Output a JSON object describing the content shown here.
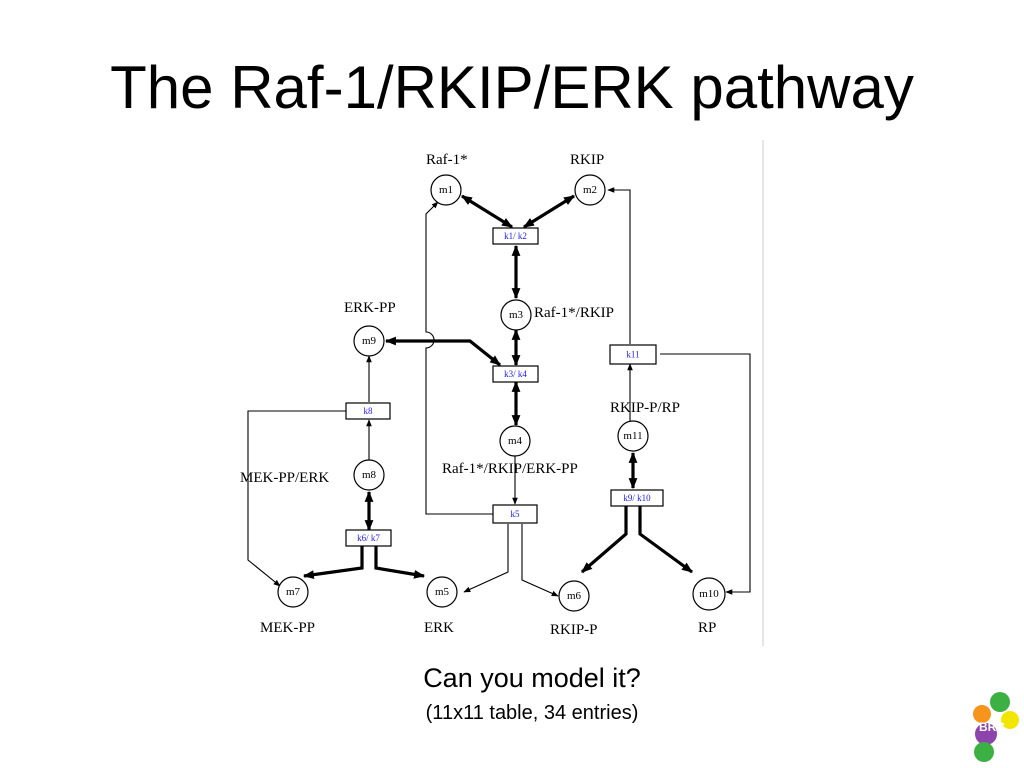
{
  "slide": {
    "title": "The Raf-1/RKIP/ERK pathway",
    "question": "Can you model it?",
    "detail": "(11x11 table, 34 entries)",
    "logo_text": "BRC"
  },
  "diagram": {
    "nodes": [
      {
        "id": "m1",
        "label": "m1"
      },
      {
        "id": "m2",
        "label": "m2"
      },
      {
        "id": "m3",
        "label": "m3"
      },
      {
        "id": "m4",
        "label": "m4"
      },
      {
        "id": "m5",
        "label": "m5"
      },
      {
        "id": "m6",
        "label": "m6"
      },
      {
        "id": "m7",
        "label": "m7"
      },
      {
        "id": "m8",
        "label": "m8"
      },
      {
        "id": "m9",
        "label": "m9"
      },
      {
        "id": "m10",
        "label": "m10"
      },
      {
        "id": "m11",
        "label": "m11"
      }
    ],
    "species_labels": {
      "m1": "Raf-1*",
      "m2": "RKIP",
      "m3": "Raf-1*/RKIP",
      "m4": "Raf-1*/RKIP/ERK-PP",
      "m5": "ERK",
      "m6": "RKIP-P",
      "m7": "MEK-PP",
      "m8": "MEK-PP/ERK",
      "m9": "ERK-PP",
      "m10": "RP",
      "m11": "RKIP-P/RP"
    },
    "reactions": [
      {
        "id": "k1k2",
        "label": "k1/ k2"
      },
      {
        "id": "k3k4",
        "label": "k3/ k4"
      },
      {
        "id": "k5",
        "label": "k5"
      },
      {
        "id": "k6k7",
        "label": "k6/ k7"
      },
      {
        "id": "k8",
        "label": "k8"
      },
      {
        "id": "k9k10",
        "label": "k9/ k10"
      },
      {
        "id": "k11",
        "label": "k11"
      }
    ]
  },
  "colors": {
    "reaction_label": "#1a1aff",
    "logo_green": "#3cb043",
    "logo_orange": "#f7941d",
    "logo_yellow": "#f2e600",
    "logo_purple": "#8e44ad"
  }
}
